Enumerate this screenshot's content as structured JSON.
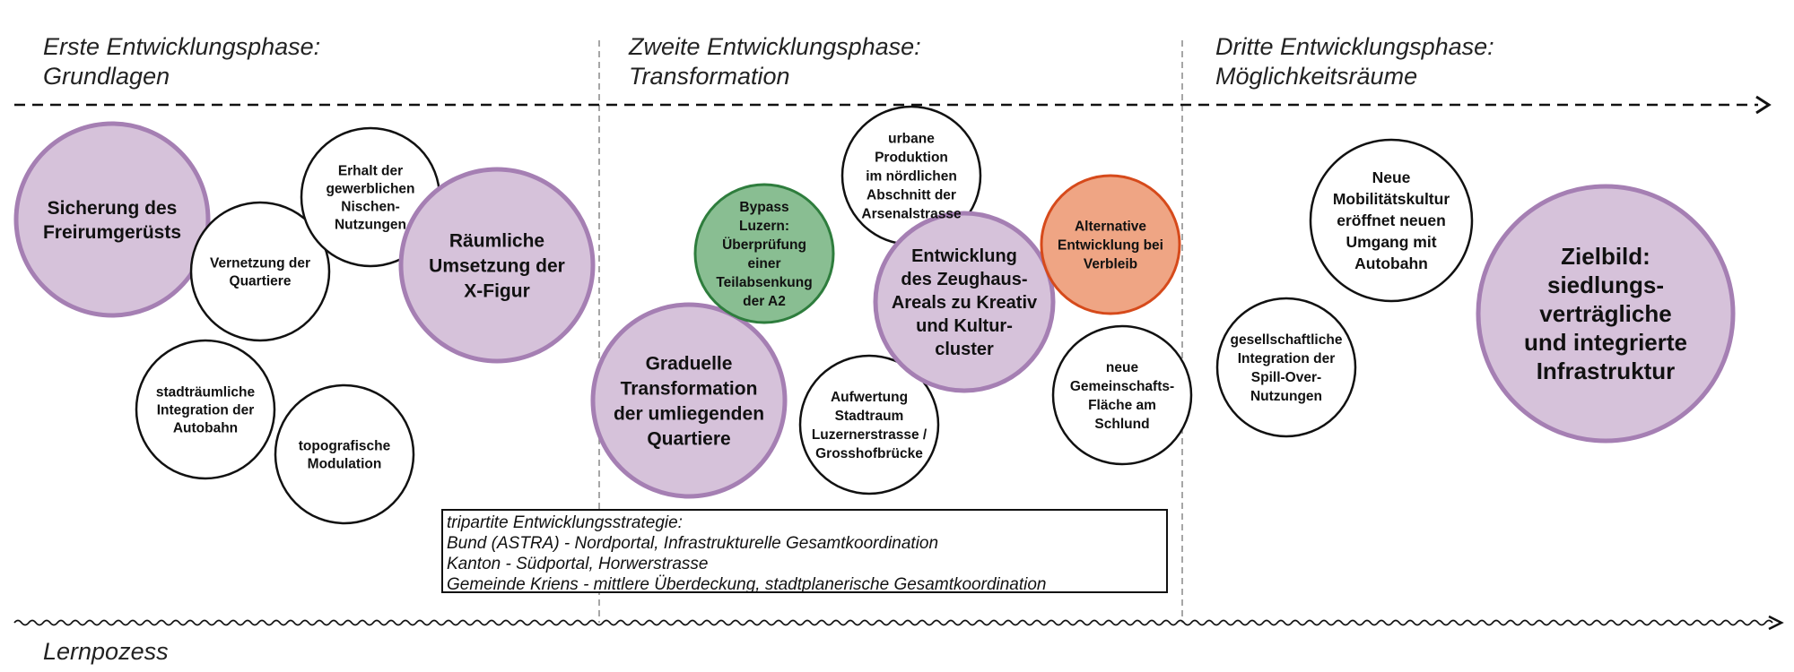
{
  "phases": [
    {
      "title_line1": "Erste Entwicklungsphase:",
      "title_line2": "Grundlagen"
    },
    {
      "title_line1": "Zweite Entwicklungsphase:",
      "title_line2": "Transformation"
    },
    {
      "title_line1": "Dritte Entwicklungsphase:",
      "title_line2": "Möglichkeitsräume"
    }
  ],
  "colors": {
    "purple_fill": "#d6c2da",
    "purple_stroke": "#a57fb3",
    "green_fill": "#7fb889",
    "green_stroke": "#2e7d3d",
    "orange_fill": "#ee9d79",
    "orange_stroke": "#d64a1b",
    "white_stroke": "#111111"
  },
  "nodes": [
    {
      "id": "sicherung",
      "style": "purple",
      "lines": [
        "Sicherung des",
        "Freirumgerüsts"
      ]
    },
    {
      "id": "vernetzung",
      "style": "white",
      "lines": [
        "Vernetzung der",
        "Quartiere"
      ]
    },
    {
      "id": "erhalt",
      "style": "white",
      "lines": [
        "Erhalt der",
        "gewerblichen",
        "Nischen-",
        "Nutzungen"
      ]
    },
    {
      "id": "raeumliche",
      "style": "purple",
      "lines": [
        "Räumliche",
        "Umsetzung der",
        "X-Figur"
      ]
    },
    {
      "id": "stadtraeumliche",
      "style": "white",
      "lines": [
        "stadträumliche",
        "Integration der",
        "Autobahn"
      ]
    },
    {
      "id": "topografische",
      "style": "white",
      "lines": [
        "topografische",
        "Modulation"
      ]
    },
    {
      "id": "graduelle",
      "style": "purple",
      "lines": [
        "Graduelle",
        "Transformation",
        "der umliegenden",
        "Quartiere"
      ]
    },
    {
      "id": "bypass",
      "style": "green",
      "lines": [
        "Bypass",
        "Luzern:",
        "Überprüfung",
        "einer",
        "Teilabsenkung",
        "der A2"
      ]
    },
    {
      "id": "urbane",
      "style": "white",
      "lines": [
        "urbane",
        "Produktion",
        "im nördlichen",
        "Abschnitt der",
        "Arsenalstrasse"
      ]
    },
    {
      "id": "aufwertung",
      "style": "white",
      "lines": [
        "Aufwertung",
        "Stadtraum",
        "Luzernerstrasse /",
        "Grosshofbrücke"
      ]
    },
    {
      "id": "zeughaus",
      "style": "purple",
      "lines": [
        "Entwicklung",
        "des Zeughaus-",
        "Areals zu Kreativ",
        "und Kultur-",
        "cluster"
      ]
    },
    {
      "id": "alternative",
      "style": "orange",
      "lines": [
        "Alternative",
        "Entwicklung bei",
        "Verbleib"
      ]
    },
    {
      "id": "gemeinschaft",
      "style": "white",
      "lines": [
        "neue",
        "Gemeinschafts-",
        "Fläche am",
        "Schlund"
      ]
    },
    {
      "id": "mobilitaet",
      "style": "white",
      "lines": [
        "Neue",
        "Mobilitätskultur",
        "eröffnet neuen",
        "Umgang mit",
        "Autobahn"
      ]
    },
    {
      "id": "spillover",
      "style": "white",
      "lines": [
        "gesellschaftliche",
        "Integration der",
        "Spill-Over-",
        "Nutzungen"
      ]
    },
    {
      "id": "zielbild",
      "style": "purple",
      "lines": [
        "Zielbild:",
        "siedlungs-",
        "verträgliche",
        "und integrierte",
        "Infrastruktur"
      ]
    }
  ],
  "strategy": {
    "line1": "tripartite Entwicklungsstrategie:",
    "line2": "Bund (ASTRA) - Nordportal, Infrastrukturelle Gesamtkoordination",
    "line3": "Kanton - Südportal, Horwerstrasse",
    "line4": "Gemeinde Kriens - mittlere Überdeckung, stadtplanerische Gesamtkoordination"
  },
  "footer": {
    "label": "Lernpozess"
  }
}
